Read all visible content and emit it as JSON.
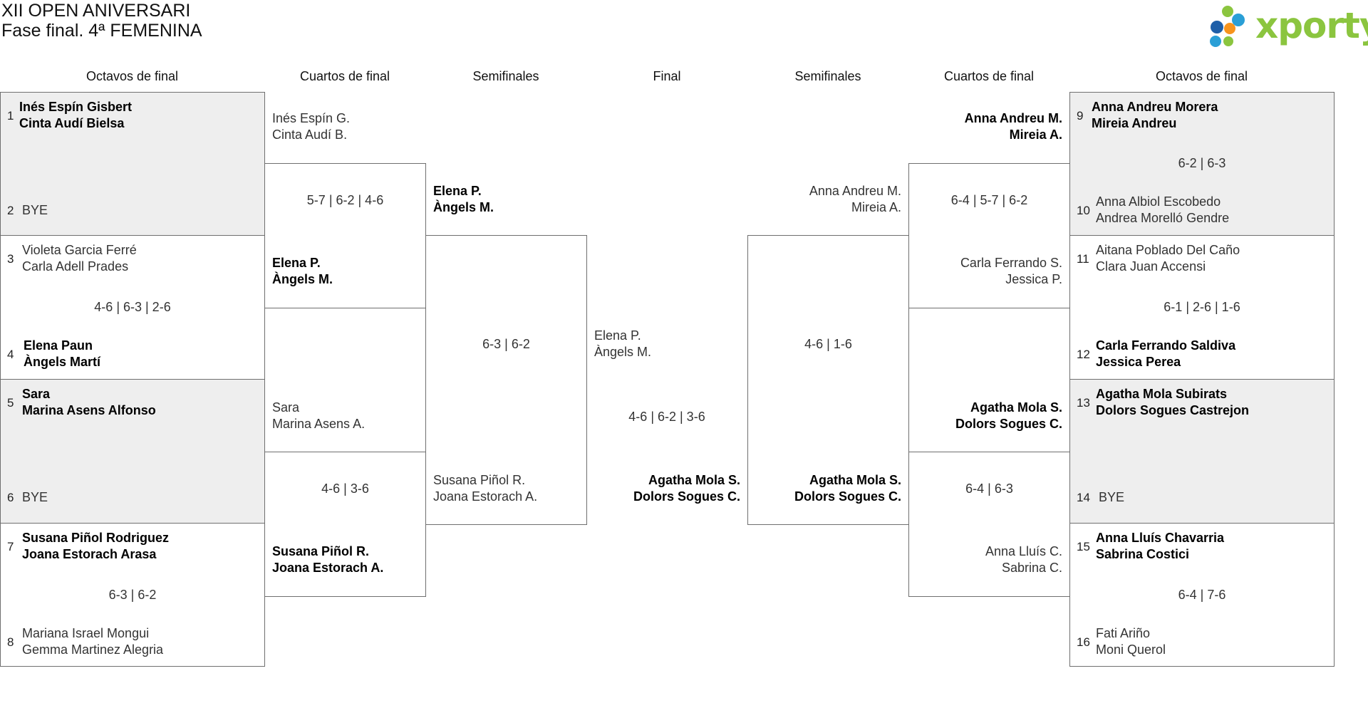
{
  "header": {
    "title": "XII OPEN ANIVERSARI",
    "subtitle": "Fase final. 4ª FEMENINA"
  },
  "logo": {
    "text": "xporty",
    "colors": [
      "#f7941d",
      "#8bc53f",
      "#2a9fd6",
      "#1e5fa8"
    ]
  },
  "columns": {
    "left_octavos": "Octavos de final",
    "left_cuartos": "Cuartos de final",
    "left_semis": "Semifinales",
    "final": "Final",
    "right_semis": "Semifinales",
    "right_cuartos": "Cuartos de final",
    "right_octavos": "Octavos de final"
  },
  "left_octavos": [
    {
      "top": {
        "seed": "1",
        "p1": "Inés Espín Gisbert",
        "p2": "Cinta Audí Bielsa"
      },
      "bottom": {
        "seed": "2",
        "p1": "BYE",
        "p2": ""
      },
      "score": ""
    },
    {
      "top": {
        "seed": "3",
        "p1": "Violeta Garcia Ferré",
        "p2": "Carla Adell Prades"
      },
      "bottom": {
        "seed": "4",
        "p1": "Elena Paun",
        "p2": "Àngels Martí"
      },
      "score": "4-6 | 6-3 | 2-6"
    },
    {
      "top": {
        "seed": "5",
        "p1": "Sara",
        "p2": "Marina Asens Alfonso"
      },
      "bottom": {
        "seed": "6",
        "p1": "BYE",
        "p2": ""
      },
      "score": ""
    },
    {
      "top": {
        "seed": "7",
        "p1": "Susana Piñol Rodriguez",
        "p2": "Joana Estorach Arasa"
      },
      "bottom": {
        "seed": "8",
        "p1": "Mariana Israel Mongui",
        "p2": "Gemma Martinez Alegria"
      },
      "score": "6-3 | 6-2"
    }
  ],
  "left_cuartos": [
    {
      "top": {
        "p1": "Inés Espín G.",
        "p2": "Cinta Audí B."
      },
      "bottom": {
        "p1": "Elena P.",
        "p2": "Àngels M."
      },
      "score": "5-7 | 6-2 | 4-6"
    },
    {
      "top": {
        "p1": "Sara",
        "p2": "Marina Asens A."
      },
      "bottom": {
        "p1": "Susana Piñol R.",
        "p2": "Joana Estorach A."
      },
      "score": "4-6 | 3-6"
    }
  ],
  "left_semis": {
    "top": {
      "p1": "Elena P.",
      "p2": "Àngels M."
    },
    "bottom": {
      "p1": "Susana Piñol R.",
      "p2": "Joana Estorach A."
    },
    "score": "6-3 | 6-2"
  },
  "final": {
    "top": {
      "p1": "Elena P.",
      "p2": "Àngels M."
    },
    "bottom": {
      "p1": "Agatha Mola S.",
      "p2": "Dolors Sogues C."
    },
    "score": "4-6 | 6-2 | 3-6"
  },
  "right_semis": {
    "top": {
      "p1": "Anna Andreu M.",
      "p2": "Mireia A."
    },
    "bottom": {
      "p1": "Agatha Mola S.",
      "p2": "Dolors Sogues C."
    },
    "score": "4-6 | 1-6"
  },
  "right_cuartos": [
    {
      "top": {
        "p1": "Anna Andreu M.",
        "p2": "Mireia A."
      },
      "bottom": {
        "p1": "Carla Ferrando S.",
        "p2": "Jessica P."
      },
      "score": "6-4 | 5-7 | 6-2"
    },
    {
      "top": {
        "p1": "Agatha Mola S.",
        "p2": "Dolors Sogues C."
      },
      "bottom": {
        "p1": "Anna Lluís C.",
        "p2": "Sabrina C."
      },
      "score": "6-4 | 6-3"
    }
  ],
  "right_octavos": [
    {
      "top": {
        "seed": "9",
        "p1": "Anna Andreu Morera",
        "p2": "Mireia Andreu"
      },
      "bottom": {
        "seed": "10",
        "p1": "Anna Albiol Escobedo",
        "p2": "Andrea Morelló Gendre"
      },
      "score": "6-2 | 6-3"
    },
    {
      "top": {
        "seed": "11",
        "p1": "Aitana Poblado Del Caño",
        "p2": "Clara Juan Accensi"
      },
      "bottom": {
        "seed": "12",
        "p1": "Carla Ferrando Saldiva",
        "p2": "Jessica Perea"
      },
      "score": "6-1 | 2-6 | 1-6"
    },
    {
      "top": {
        "seed": "13",
        "p1": "Agatha Mola Subirats",
        "p2": "Dolors Sogues Castrejon"
      },
      "bottom": {
        "seed": "14",
        "p1": "BYE",
        "p2": ""
      },
      "score": ""
    },
    {
      "top": {
        "seed": "15",
        "p1": "Anna Lluís Chavarria",
        "p2": "Sabrina Costici"
      },
      "bottom": {
        "seed": "16",
        "p1": "Fati Ariño",
        "p2": "Moni Querol"
      },
      "score": "6-4 | 7-6"
    }
  ]
}
